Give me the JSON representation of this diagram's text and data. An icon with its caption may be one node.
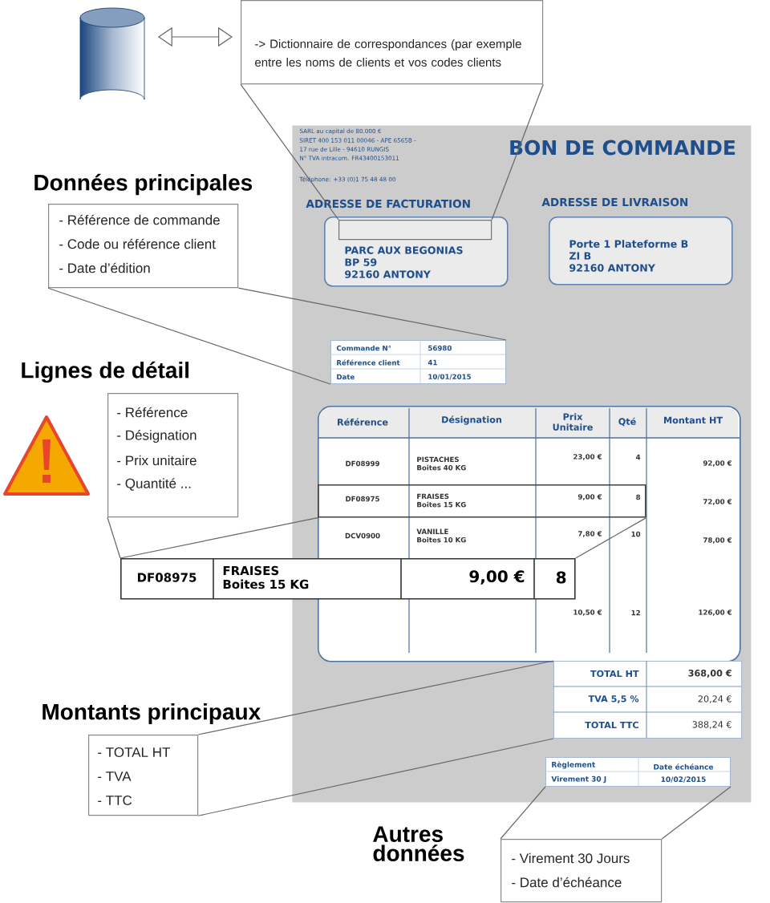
{
  "diagram": {
    "nodes": [
      {
        "text": [],
        "shape": "cylinder"
      },
      {
        "text": [
          "-> Dictionnaire de correspondances (par exemple entre les noms de clients et vos codes clients"
        ]
      },
      {
        "text": [
          "SARL au capital de 80.000 €",
          "SIRET 400 153 011 00046 - APE 6565B -",
          "17 rue de Lille - 94610 RUNGIS",
          "N° TVA intracom. FR43400153011",
          "Téléphone: +33 (0)1 75 48 48 00",
          "BON DE COMMANDE"
        ]
      },
      {
        "text": [
          "ADRESSE DE FACTURATION",
          "PARC AUX BEGONIAS",
          "BP 59",
          "92160 ANTONY"
        ],
        "in": 2
      },
      {
        "text": [],
        "shape": "box",
        "in": 3
      },
      {
        "text": [
          "ADRESSE DE LIVRAISON",
          "Porte 1 Plateforme B",
          "ZI B",
          "92160 ANTONY"
        ],
        "in": 2
      },
      {
        "text": [
          "Commande N°",
          "56980",
          "Référence client",
          "41",
          "Date",
          "10/01/2015"
        ],
        "in": 2
      },
      {
        "text": [
          "Référence",
          "Désignation",
          "Prix Unitaire",
          "Qté",
          "Montant HT",
          "DF08999",
          "PISTACHES Boites 40 KG",
          "23,00 €",
          "4",
          "92,00 €",
          "72,00 €",
          "DCV0900",
          "VANILLE Boites 10 KG",
          "7,80 €",
          "10",
          "78,00 €",
          "10,50 €",
          "12",
          "126,00 €"
        ],
        "in": 2
      },
      {
        "text": [
          "DF08975",
          "FRAISES Boites 15 KG",
          "9,00 €",
          "8"
        ],
        "in": 7
      },
      {
        "text": [
          "TOTAL HT",
          "368,00 €",
          "TVA 5,5 %",
          "20,24 €",
          "TOTAL TTC",
          "388,24 €"
        ],
        "in": 2
      },
      {
        "text": [
          "Règlement",
          "Date échéance",
          "Virement 30 J",
          "10/02/2015"
        ],
        "in": 2
      },
      {
        "text": [
          "Données principales",
          "- Référence de commande",
          "- Code ou référence client",
          "- Date d’édition"
        ]
      },
      {
        "text": [
          "Lignes de détail",
          "- Référence",
          "- Désignation",
          "- Prix unitaire",
          "- Quantité ..."
        ]
      },
      {
        "text": [
          "DF08975",
          "FRAISES Boites 15 KG",
          "9,00 €",
          "8"
        ]
      },
      {
        "text": [
          "Montants principaux",
          "- TOTAL HT",
          "- TVA",
          "- TTC"
        ]
      },
      {
        "text": [
          "- Virement 30 Jours",
          "- Date d’échéance"
        ],
        "beside": [
          "Autres données"
        ]
      }
    ],
    "edges": [
      {
        "from": 0,
        "to": 1,
        "arrow": "both"
      },
      {
        "from": 1,
        "to": 4,
        "arrow": "none"
      },
      {
        "from": 1,
        "to": 4,
        "arrow": "none"
      },
      {
        "from": 11,
        "to": 6,
        "arrow": "none"
      },
      {
        "from": 11,
        "to": 6,
        "arrow": "none"
      },
      {
        "from": 12,
        "to": 13,
        "arrow": "none"
      },
      {
        "from": 8,
        "to": 13,
        "arrow": "none"
      },
      {
        "from": 8,
        "to": 13,
        "arrow": "none"
      },
      {
        "from": 14,
        "to": 9,
        "arrow": "none"
      },
      {
        "from": 14,
        "to": 9,
        "arrow": "none"
      },
      {
        "from": 15,
        "to": 10,
        "arrow": "none"
      },
      {
        "from": 15,
        "to": 10,
        "arrow": "none"
      }
    ]
  }
}
